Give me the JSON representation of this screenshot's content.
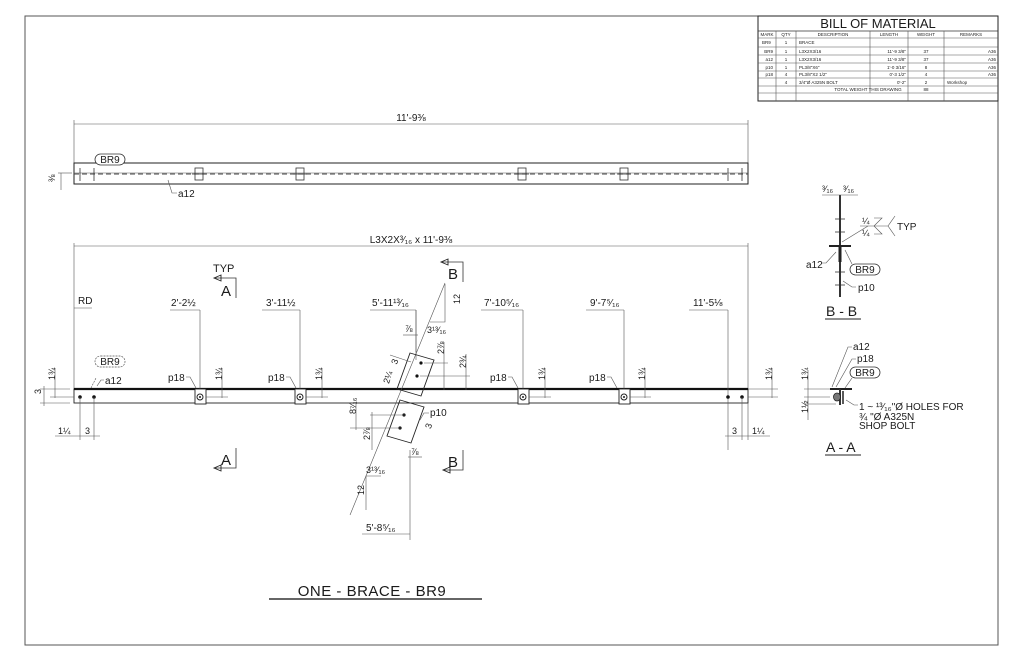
{
  "bom": {
    "title": "BILL OF MATERIAL",
    "headers": [
      "MARK",
      "QTY",
      "DESCRIPTION",
      "LENGTH",
      "WEIGHT",
      "REMARKS"
    ],
    "rows": [
      [
        "BR9",
        "1",
        "BRACE",
        "",
        "",
        ""
      ],
      [
        "BR9",
        "1",
        "L3X2X3/16",
        "11'-9 3/8\"",
        "37",
        "A36"
      ],
      [
        "a12",
        "1",
        "L3X2X3/16",
        "11'-9 3/8\"",
        "37",
        "A36"
      ],
      [
        "p10",
        "1",
        "PL3/8\"X6\"",
        "1'-0 3/16\"",
        "8",
        "A36"
      ],
      [
        "p18",
        "4",
        "PL3/8\"X2 1/2\"",
        "0'-3 1/2\"",
        "4",
        "A36"
      ],
      [
        "",
        "4",
        "3/4\"Ø A325N BOLT",
        "0'-2\"",
        "2",
        "Workshop"
      ]
    ],
    "total_label": "TOTAL WEIGHT THIS DRAWING",
    "total_value": "88"
  },
  "plan_view": {
    "overall_dim": "11'-9⅜",
    "mark_bubble": "BR9",
    "part_label": "a12",
    "side_dim": "⅜"
  },
  "elevation": {
    "member_dim": "L3X2X³⁄₁₆ x 11'-9⅜",
    "rd_label": "RD",
    "section_a_top": {
      "letter": "A",
      "note": "TYP"
    },
    "section_b_top": {
      "letter": "B"
    },
    "section_a_bottom": {
      "letter": "A"
    },
    "section_b_bottom": {
      "letter": "B"
    },
    "stations": [
      "2'-2½",
      "3'-11½",
      "5'-11¹³⁄₁₆",
      "7'-10⁵⁄₁₆",
      "9'-7⁵⁄₁₆",
      "11'-5⅛"
    ],
    "plate_labels": [
      "p18",
      "p18",
      "p18",
      "p18"
    ],
    "plate_height_dims": [
      "1¾",
      "1¾",
      "1¾",
      "1¾"
    ],
    "left_end": {
      "mark": "BR9",
      "part": "a12",
      "edge_dim": "1¾",
      "depth_dim": "3",
      "bolt_edge": "1¼",
      "bolt_pitch": "3"
    },
    "right_end": {
      "edge_dim": "1¾",
      "bolt_pitch": "3",
      "bolt_edge": "1¼"
    },
    "gusset": {
      "label": "p10",
      "slope_rise": "12",
      "slope_run": "3¹³⁄₁₆",
      "slope_rise_bottom": "12",
      "slope_run_bottom": "3¹³⁄₁₆",
      "offset_top": "⅞",
      "offset_bottom": "⅞",
      "dim_2_7_8_top": "2⅞",
      "dim_2_3_4": "2¾",
      "dim_3_top": "3",
      "dim_2_1_4": "2¼",
      "dim_8_7_16": "8⁷⁄₁₆",
      "dim_2_7_8_bottom": "2⅞",
      "dim_3_bottom": "3",
      "bottom_station": "5'-8⁵⁄₁₆"
    }
  },
  "section_bb": {
    "title": "B - B",
    "top_dims": [
      "³⁄₁₆",
      "³⁄₁₆"
    ],
    "weld": {
      "top": "¼",
      "bottom": "¼",
      "note": "TYP"
    },
    "labels": {
      "a12": "a12",
      "mark": "BR9",
      "p10": "p10"
    }
  },
  "section_aa": {
    "title": "A - A",
    "labels": {
      "a12": "a12",
      "p18": "p18",
      "mark": "BR9"
    },
    "dims": [
      "1¾",
      "1½"
    ],
    "note_lines": [
      "1 ~ ¹³⁄₁₆\"Ø HOLES FOR",
      "¾ \"Ø A325N",
      "SHOP BOLT"
    ]
  },
  "drawing_title": "ONE - BRACE - BR9"
}
